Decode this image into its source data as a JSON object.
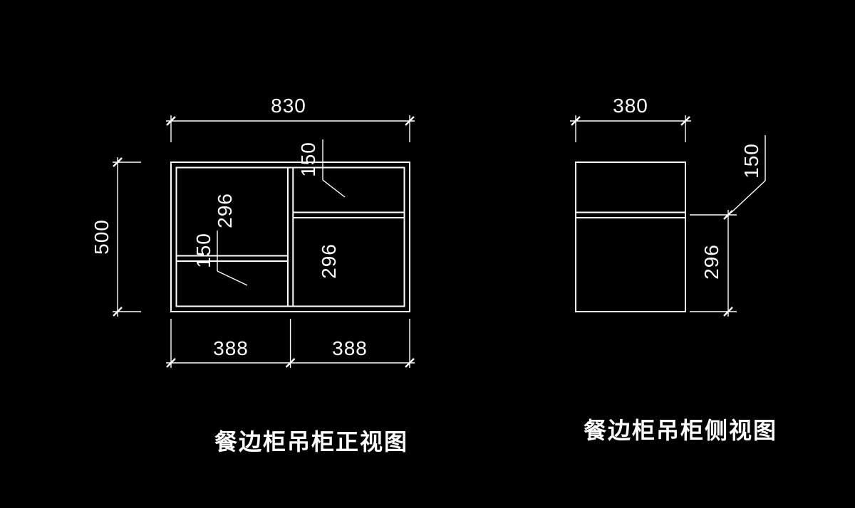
{
  "colors": {
    "background": "#000000",
    "line": "#ffffff",
    "text": "#ffffff"
  },
  "front_view": {
    "caption": "餐边柜吊柜正视图",
    "dim_width": "830",
    "dim_height": "500",
    "dim_bottom_left": "388",
    "dim_bottom_right": "388",
    "dim_top_right_section": "150",
    "dim_left_upper_section": "296",
    "dim_left_lower_section": "150",
    "dim_right_lower_section": "296"
  },
  "side_view": {
    "caption": "餐边柜吊柜侧视图",
    "dim_width": "380",
    "dim_upper_section": "150",
    "dim_lower_section": "296"
  }
}
